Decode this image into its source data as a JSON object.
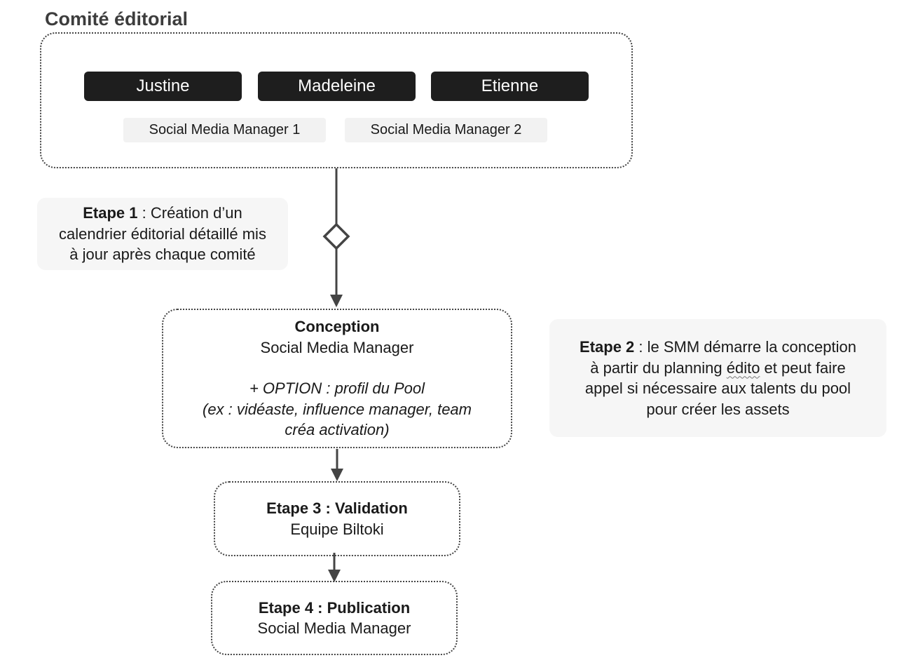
{
  "committee": {
    "title": "Comité éditorial",
    "members": [
      "Justine",
      "Madeleine",
      "Etienne"
    ],
    "roles": [
      "Social Media Manager 1",
      "Social Media Manager 2"
    ]
  },
  "step1": {
    "label": "Etape 1",
    "text_line1": " : Création d’un",
    "text_line2": "calendrier éditorial détaillé mis",
    "text_line3": "à jour après chaque comité"
  },
  "conception": {
    "title": "Conception",
    "role": "Social Media Manager",
    "option_line1": "+ OPTION : profil du Pool",
    "option_line2": "(ex : vidéaste, influence manager, team",
    "option_line3": "créa activation)"
  },
  "step2": {
    "label": "Etape 2",
    "text_line1": " : le SMM démarre la conception",
    "text_line2a": "à partir du planning ",
    "text_line2_word": "édito",
    "text_line2b": " et peut faire",
    "text_line3": "appel si nécessaire aux talents du pool",
    "text_line4": "pour créer les assets"
  },
  "step3": {
    "title": "Etape 3 : Validation",
    "subtitle": "Equipe Biltoki"
  },
  "step4": {
    "title": "Etape 4 : Publication",
    "subtitle": "Social Media Manager"
  }
}
